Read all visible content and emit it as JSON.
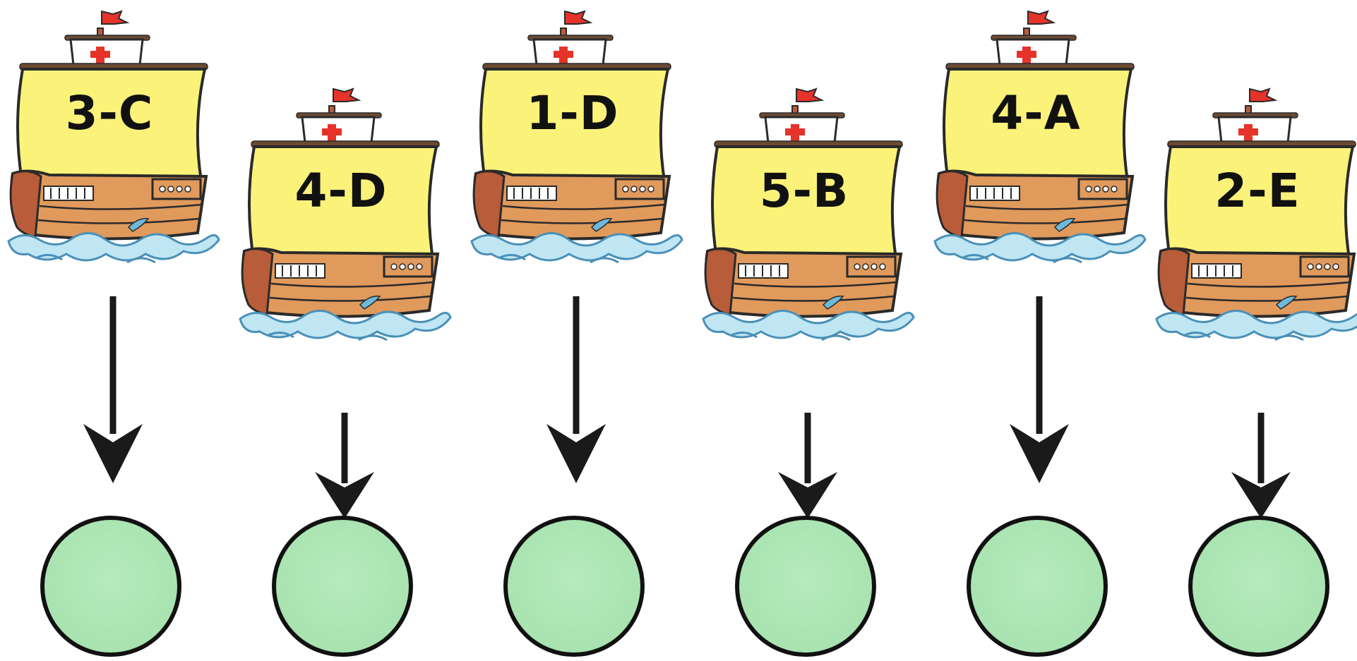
{
  "colors": {
    "sail": "#fbf27a",
    "sail_outline": "#2a2a2a",
    "hull": "#e09a5c",
    "hull_dark": "#b85c3a",
    "flag": "#e6332a",
    "water": "#bfe6f2",
    "circle_fill": "#aee6b5",
    "arrow": "#1a1a1a"
  },
  "ships": [
    {
      "label": "3-C",
      "ship_icon": "sailing-ship-icon"
    },
    {
      "label": "4-D",
      "ship_icon": "sailing-ship-icon"
    },
    {
      "label": "1-D",
      "ship_icon": "sailing-ship-icon"
    },
    {
      "label": "5-B",
      "ship_icon": "sailing-ship-icon"
    },
    {
      "label": "4-A",
      "ship_icon": "sailing-ship-icon"
    },
    {
      "label": "2-E",
      "ship_icon": "sailing-ship-icon"
    }
  ]
}
